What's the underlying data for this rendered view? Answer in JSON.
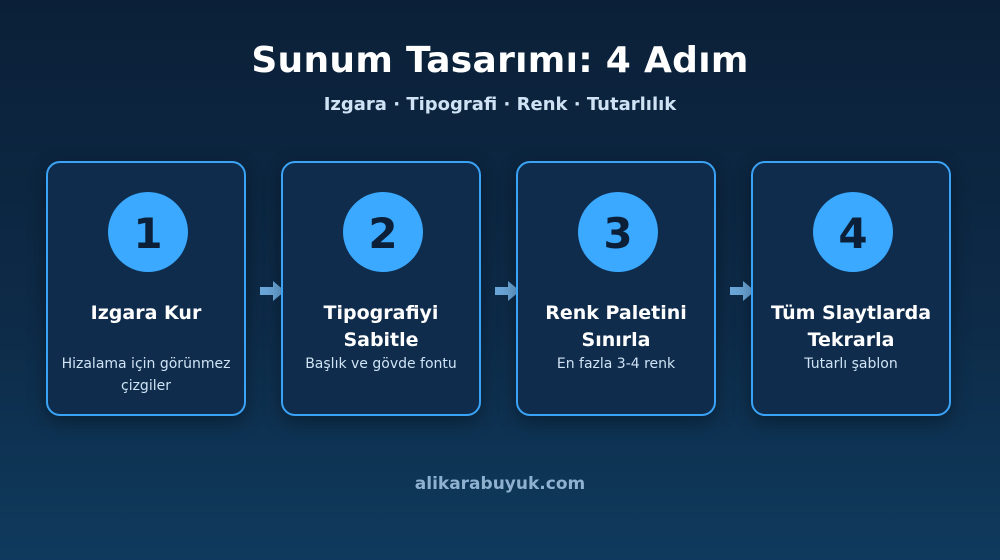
{
  "title": "Sunum Tasarımı: 4 Adım",
  "subtitle": "Izgara · Tipografi · Renk · Tutarlılık",
  "steps": [
    {
      "number": "1",
      "title": "Izgara Kur",
      "desc": "Hizalama için görünmez çizgiler"
    },
    {
      "number": "2",
      "title": "Tipografiyi Sabitle",
      "desc": "Başlık ve gövde fontu"
    },
    {
      "number": "3",
      "title": "Renk Paletini Sınırla",
      "desc": "En fazla 3-4 renk"
    },
    {
      "number": "4",
      "title": "Tüm Slaytlarda Tekrarla",
      "desc": "Tutarlı şablon"
    }
  ],
  "footer": "alikarabuyuk.com",
  "colors": {
    "background": "#0d2a47",
    "card_fill": "#0f2c4c",
    "card_border": "#3ba3f5",
    "circle_fill": "#3aa9ff",
    "arrow": "#6aa6d8"
  }
}
